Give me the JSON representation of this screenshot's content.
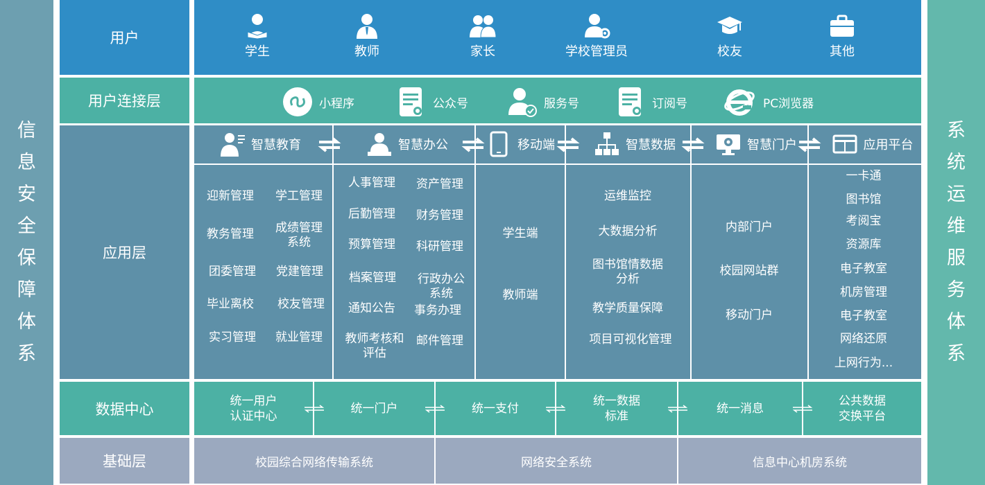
{
  "left_side": {
    "chars": [
      "信",
      "息",
      "安",
      "全",
      "保",
      "障",
      "体",
      "系"
    ]
  },
  "right_side": {
    "chars": [
      "系",
      "统",
      "运",
      "维",
      "服",
      "务",
      "体",
      "系"
    ]
  },
  "rows": {
    "user": "用户",
    "connect": "用户连接层",
    "app": "应用层",
    "data_center": "数据中心",
    "base": "基础层"
  },
  "users": [
    "学生",
    "教师",
    "家长",
    "学校管理员",
    "校友",
    "其他"
  ],
  "user_icons": [
    "student-reading-icon",
    "teacher-icon",
    "parents-icon",
    "school-admin-icon",
    "graduation-cap-icon",
    "briefcase-icon"
  ],
  "connections": [
    "小程序",
    "公众号",
    "服务号",
    "订阅号",
    "PC浏览器"
  ],
  "app_headers": [
    "智慧教育",
    "智慧办公",
    "移动端",
    "智慧数据",
    "智慧门户",
    "应用平台"
  ],
  "edu": [
    [
      "迎新管理",
      "学工管理"
    ],
    [
      "教务管理",
      "成绩管理\n系统"
    ],
    [
      "团委管理",
      "党建管理"
    ],
    [
      "毕业离校",
      "校友管理"
    ],
    [
      "实习管理",
      "就业管理"
    ]
  ],
  "office": [
    [
      "人事管理",
      "资产管理"
    ],
    [
      "后勤管理",
      "财务管理"
    ],
    [
      "预算管理",
      "科研管理"
    ],
    [
      "档案管理",
      "行政办公\n系统"
    ],
    [
      "通知公告",
      "事务办理"
    ],
    [
      "教师考核和\n评估",
      "邮件管理"
    ]
  ],
  "mobile": [
    "学生端",
    "教师端"
  ],
  "smart_data": [
    "运维监控",
    "大数据分析",
    "图书馆情数据\n分析",
    "教学质量保障",
    "项目可视化管理"
  ],
  "portal": [
    "内部门户",
    "校园网站群",
    "移动门户"
  ],
  "platform": [
    "一卡通",
    "图书馆",
    "考阅宝",
    "资源库",
    "电子教室",
    "机房管理",
    "电子教室",
    "网络还原",
    "上网行为..."
  ],
  "data_center_items": [
    "统一用户\n认证中心",
    "统一门户",
    "统一支付",
    "统一数据\n标准",
    "统一消息",
    "公共数据\n交换平台"
  ],
  "base_items": [
    "校园综合网络传输系统",
    "网络安全系统",
    "信息中心机房系统"
  ],
  "colors": {
    "blue": "#2f8dc6",
    "teal": "#4cb1a4",
    "slate": "#5e90a8",
    "grey": "#9ba9bf",
    "left": "#6d9fb0",
    "right": "#63b8ac"
  }
}
